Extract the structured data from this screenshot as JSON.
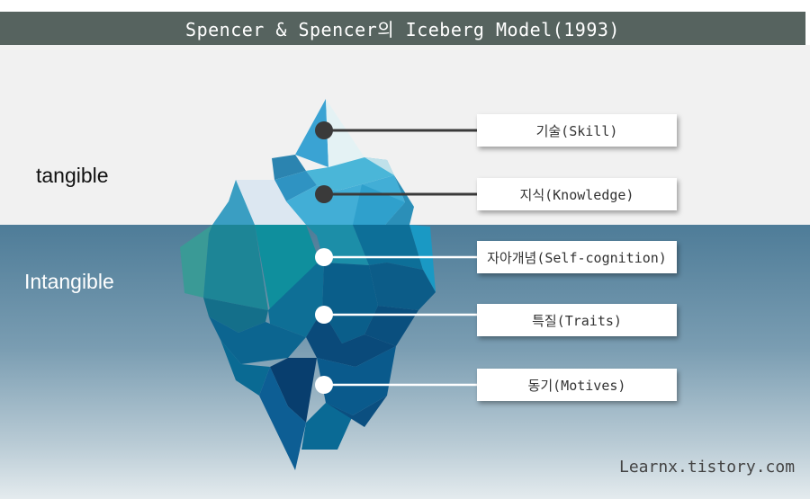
{
  "title": "Spencer & Spencer의 Iceberg Model(1993)",
  "zones": {
    "above": "tangible",
    "below": "Intangible"
  },
  "labels": [
    {
      "text": "기술(Skill)"
    },
    {
      "text": "지식(Knowledge)"
    },
    {
      "text": "자아개념(Self-cognition)"
    },
    {
      "text": "특질(Traits)"
    },
    {
      "text": "동기(Motives)"
    }
  ],
  "watermark": "Learnx.tistory.com",
  "colors": {
    "title_bar": "#56635f",
    "above_water": "#f1f1f1",
    "below_water": "#4e7c98",
    "connector_dark": "#3a3a3a",
    "connector_light": "#ffffff"
  }
}
